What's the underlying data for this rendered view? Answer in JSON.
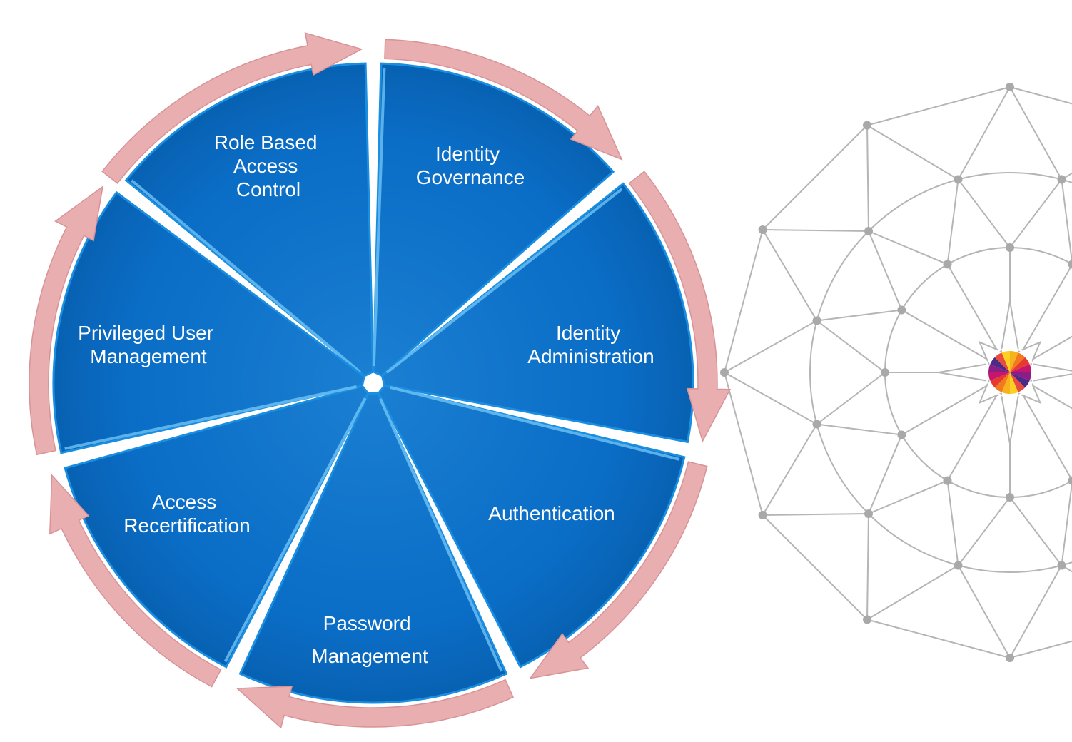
{
  "diagram": {
    "colors": {
      "segment_fill": "#0a6dc6",
      "segment_edge": "#1a8ee0",
      "segment_highlight": "#6fc3f5",
      "arrow_fill": "#e8aeb0",
      "arrow_stroke": "#d89397",
      "network_line": "#b5b5b5",
      "network_node": "#a9a9a9"
    },
    "segments": [
      {
        "id": "role-based-access-control",
        "lines": [
          "Role Based",
          "Access",
          "Control"
        ]
      },
      {
        "id": "identity-governance",
        "lines": [
          "Identity",
          "Governance"
        ]
      },
      {
        "id": "identity-administration",
        "lines": [
          "Identity",
          "Administration"
        ]
      },
      {
        "id": "authentication",
        "lines": [
          "Authentication"
        ]
      },
      {
        "id": "password-management",
        "lines": [
          "Password",
          "Management"
        ]
      },
      {
        "id": "access-recertification",
        "lines": [
          "Access",
          "Recertification"
        ]
      },
      {
        "id": "privileged-user-management",
        "lines": [
          "Privileged User",
          "Management"
        ]
      }
    ],
    "cycle_direction": "clockwise",
    "decoration": {
      "name": "network-compass-graphic",
      "logo_colors": [
        "#f6b31b",
        "#f3791f",
        "#e63a2e",
        "#c4166f",
        "#8c1d84",
        "#4c2a87",
        "#e94c3a",
        "#fdd023"
      ]
    }
  }
}
